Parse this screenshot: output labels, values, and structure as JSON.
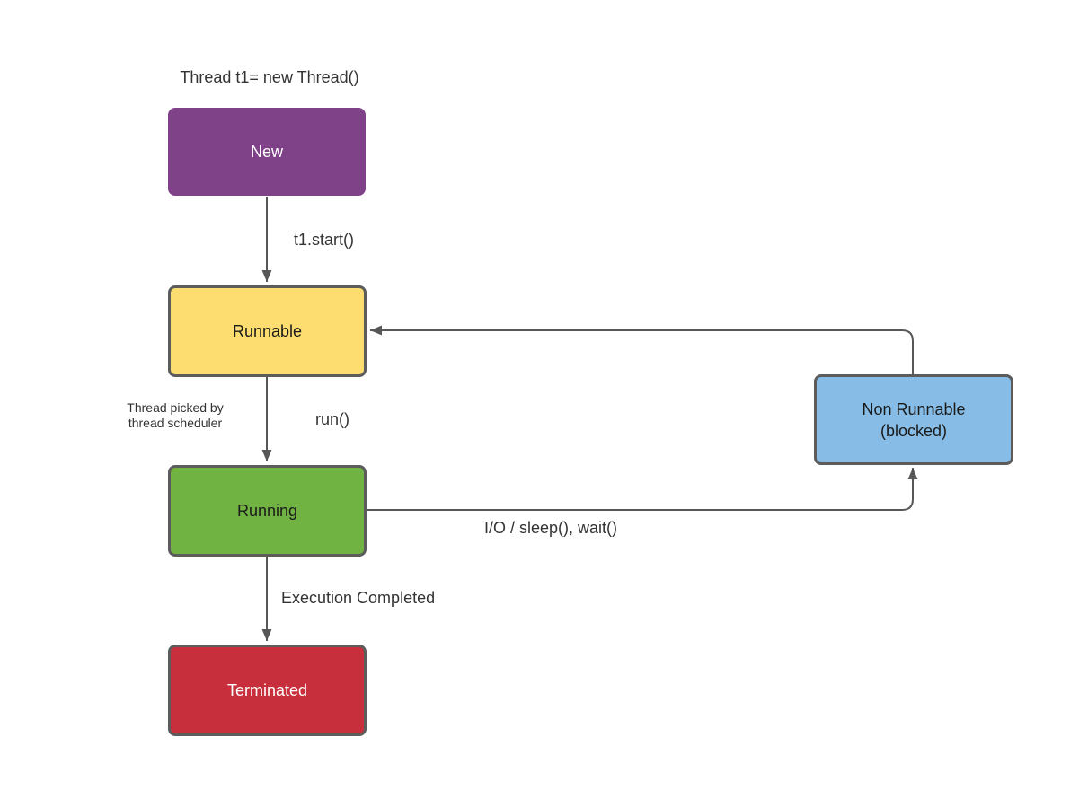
{
  "diagram": {
    "title": "Thread t1= new Thread()",
    "colors": {
      "background": "#FFFFFF",
      "line": "#575757",
      "node_border": "#5C5C5C",
      "label_text": "#333333"
    },
    "nodes": [
      {
        "id": "new",
        "label": "New",
        "fill": "#7F4187",
        "text_color": "#FFFFFF",
        "border": "none"
      },
      {
        "id": "runnable",
        "label": "Runnable",
        "fill": "#FDDD6F",
        "text_color": "#1A1A1A",
        "border": "#5C5C5C"
      },
      {
        "id": "running",
        "label": "Running",
        "fill": "#71B343",
        "text_color": "#1A1A1A",
        "border": "#5C5C5C"
      },
      {
        "id": "terminated",
        "label": "Terminated",
        "fill": "#C82F3D",
        "text_color": "#FFFFFF",
        "border": "#5C5C5C"
      },
      {
        "id": "non_runnable",
        "label": "Non Runnable\n(blocked)",
        "fill": "#86BCE5",
        "text_color": "#1A1A1A",
        "border": "#5C5C5C"
      }
    ],
    "edges": [
      {
        "from": "new",
        "to": "runnable",
        "label": "t1.start()"
      },
      {
        "from": "runnable",
        "to": "running",
        "label": "run()",
        "side_note": "Thread picked by\nthread scheduler"
      },
      {
        "from": "running",
        "to": "terminated",
        "label": "Execution Completed"
      },
      {
        "from": "running",
        "to": "non_runnable",
        "label": "I/O / sleep(), wait()"
      },
      {
        "from": "non_runnable",
        "to": "runnable",
        "label": ""
      }
    ]
  }
}
